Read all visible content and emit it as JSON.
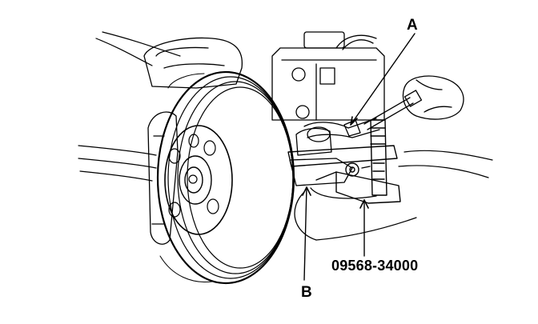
{
  "diagram": {
    "callouts": {
      "a": "A",
      "b": "B",
      "tool_number": "09568-34000"
    },
    "colors": {
      "ink": "#000000",
      "paper": "#ffffff"
    }
  }
}
